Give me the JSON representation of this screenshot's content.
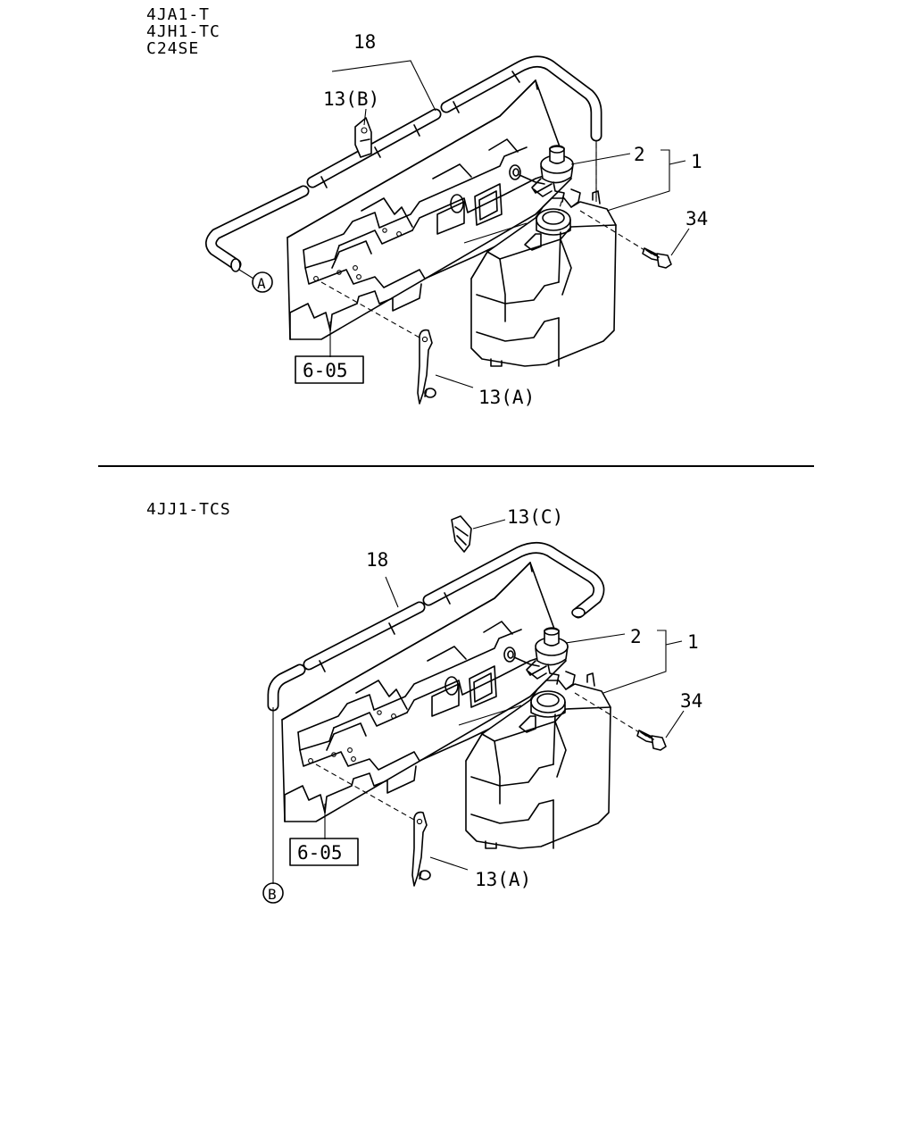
{
  "top_section": {
    "models": [
      "4JA1-T",
      "4JH1-TC",
      "C24SE"
    ],
    "callouts": {
      "hose": "18",
      "clip_b": "13(B)",
      "cap": "2",
      "tank_assembly": "1",
      "bolt": "34",
      "clip_a": "13(A)",
      "ref": "6-05",
      "connector": "A"
    }
  },
  "bottom_section": {
    "models": [
      "4JJ1-TCS"
    ],
    "callouts": {
      "clip_c": "13(C)",
      "hose": "18",
      "cap": "2",
      "tank_assembly": "1",
      "bolt": "34",
      "clip_a": "13(A)",
      "ref": "6-05",
      "connector": "B"
    }
  }
}
